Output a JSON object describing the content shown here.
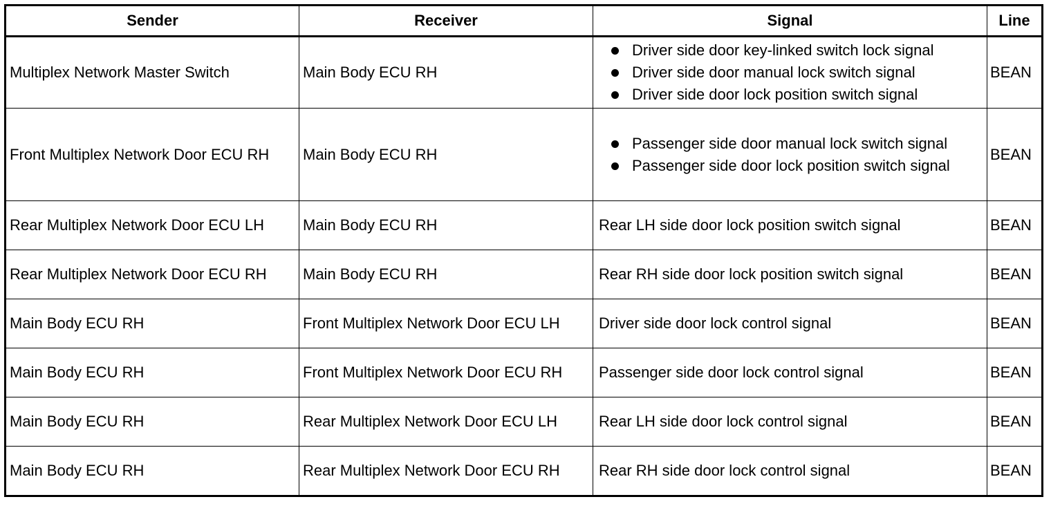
{
  "headers": {
    "sender": "Sender",
    "receiver": "Receiver",
    "signal": "Signal",
    "line": "Line"
  },
  "rows": [
    {
      "sender": "Multiplex Network Master Switch",
      "receiver": "Main Body ECU RH",
      "signals": [
        "Driver side door key-linked switch lock signal",
        "Driver side door manual lock switch signal",
        "Driver side door lock position switch signal"
      ],
      "line": "BEAN"
    },
    {
      "sender": "Front Multiplex Network Door ECU RH",
      "receiver": "Main Body ECU RH",
      "signals": [
        "Passenger side door manual lock switch signal",
        "Passenger side door lock position switch signal"
      ],
      "line": "BEAN"
    },
    {
      "sender": "Rear Multiplex Network Door ECU LH",
      "receiver": "Main Body ECU RH",
      "signal": "Rear LH side door lock position switch signal",
      "line": "BEAN"
    },
    {
      "sender": "Rear Multiplex Network Door ECU RH",
      "receiver": "Main Body ECU RH",
      "signal": "Rear RH side door lock position switch signal",
      "line": "BEAN"
    },
    {
      "sender": "Main Body ECU RH",
      "receiver": "Front Multiplex Network Door ECU LH",
      "signal": "Driver side door lock control signal",
      "line": "BEAN"
    },
    {
      "sender": "Main Body ECU RH",
      "receiver": "Front Multiplex Network Door ECU RH",
      "signal": "Passenger side door lock control signal",
      "line": "BEAN"
    },
    {
      "sender": "Main Body ECU RH",
      "receiver": "Rear Multiplex Network Door ECU LH",
      "signal": "Rear LH side door lock control signal",
      "line": "BEAN"
    },
    {
      "sender": "Main Body ECU RH",
      "receiver": "Rear Multiplex Network Door ECU RH",
      "signal": "Rear RH side door lock control signal",
      "line": "BEAN"
    }
  ]
}
